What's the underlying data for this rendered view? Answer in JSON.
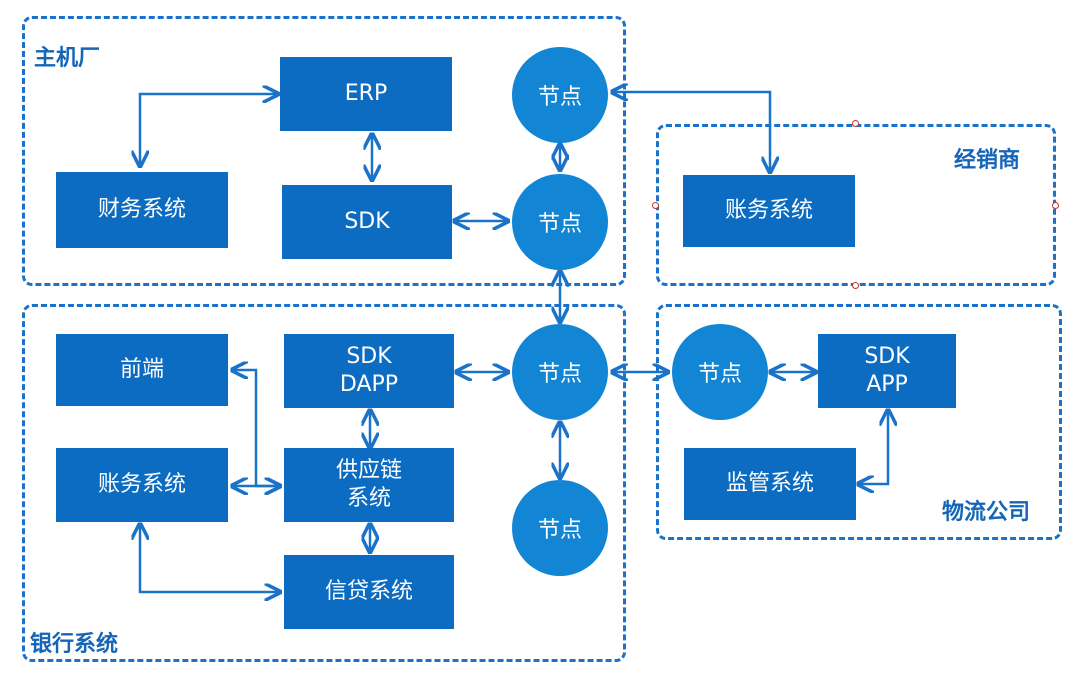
{
  "groups": {
    "manufacturer": "主机厂",
    "dealer": "经销商",
    "bank": "银行系统",
    "logistics": "物流公司"
  },
  "boxes": {
    "erp": "ERP",
    "finance": "财务系统",
    "sdk": "SDK",
    "dealer_account": "账务系统",
    "frontend": "前端",
    "sdk_dapp_1": "SDK",
    "sdk_dapp_2": "DAPP",
    "bank_account": "账务系统",
    "supply_1": "供应链",
    "supply_2": "系统",
    "credit": "信贷系统",
    "sdk_app_1": "SDK",
    "sdk_app_2": "APP",
    "supervision": "监管系统"
  },
  "nodes": {
    "n1": "节点",
    "n2": "节点",
    "n3": "节点",
    "n4": "节点",
    "n5": "节点"
  },
  "colors": {
    "box": "#0b6cc1",
    "node": "#1285d4",
    "line": "#1a73c8"
  }
}
